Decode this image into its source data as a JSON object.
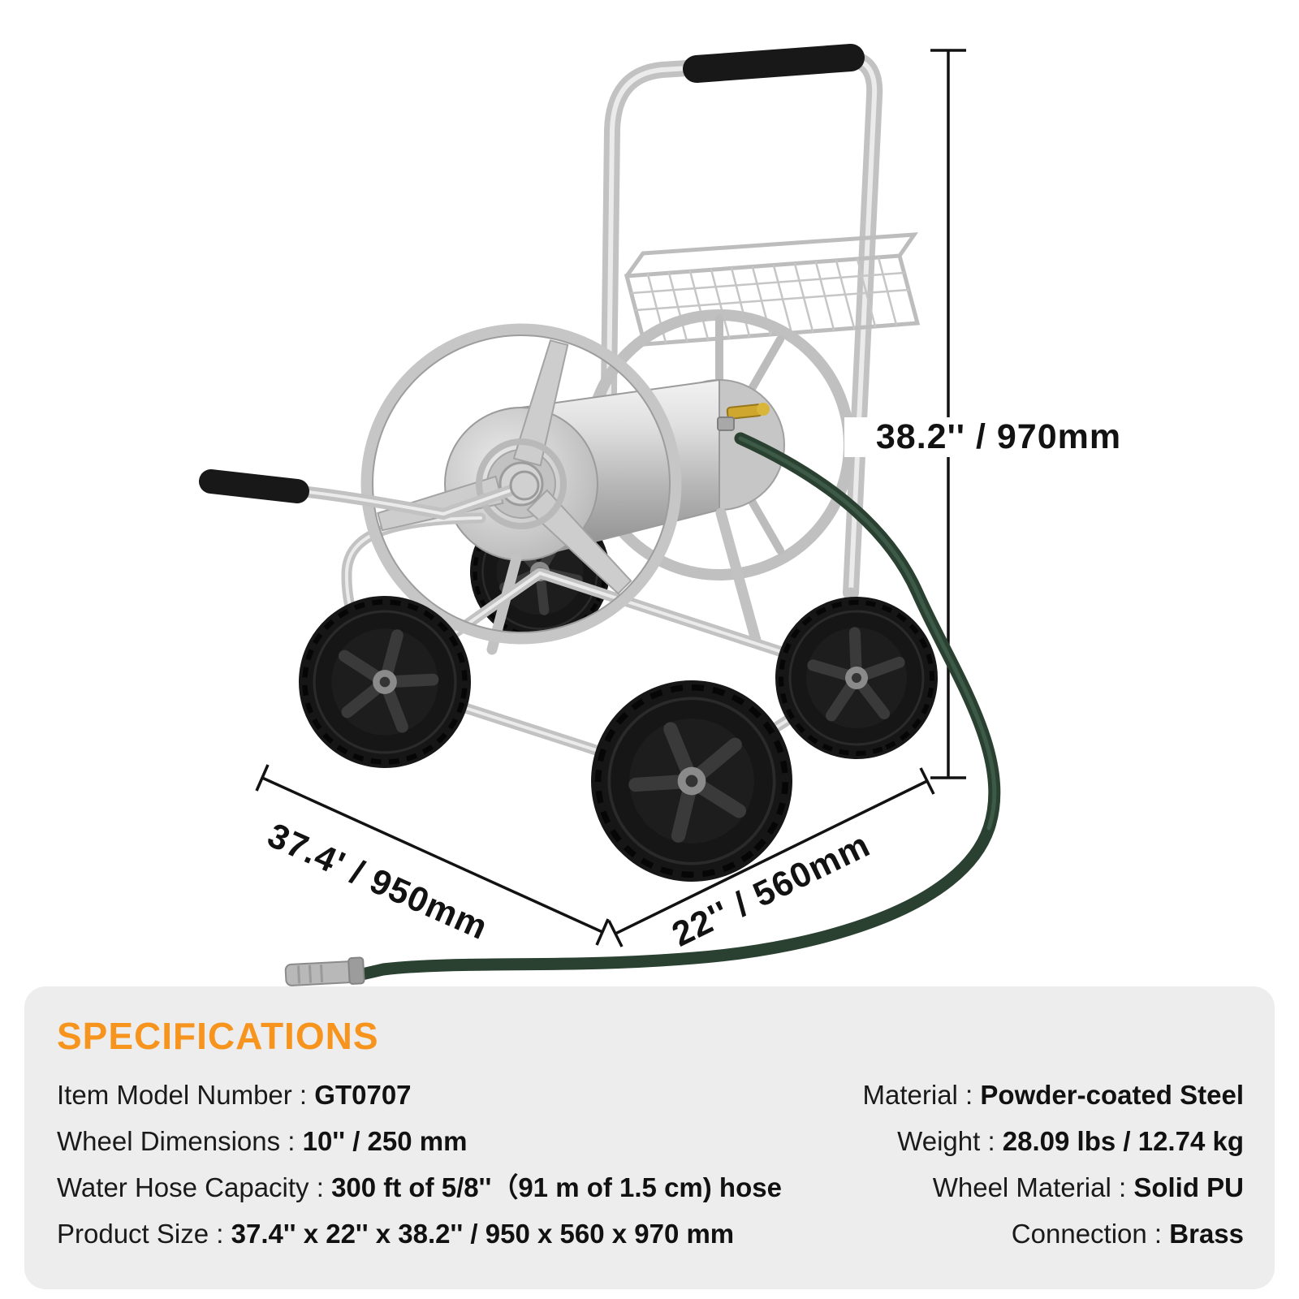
{
  "dimensions": {
    "height": "38.2'' / 970mm",
    "depth": "37.4' / 950mm",
    "width": "22'' / 560mm"
  },
  "specifications": {
    "title": "SPECIFICATIONS",
    "accent_color": "#f7941d",
    "left": [
      {
        "label": "Item Model Number :",
        "value": "GT0707"
      },
      {
        "label": "Wheel Dimensions :",
        "value": "10'' / 250 mm"
      },
      {
        "label": "Water Hose Capacity :",
        "value": "300 ft of 5/8''（91 m of 1.5 cm) hose"
      },
      {
        "label": "Product Size :",
        "value": "37.4'' x 22'' x 38.2'' / 950 x 560 x 970 mm"
      }
    ],
    "right": [
      {
        "label": "Material :",
        "value": "Powder-coated Steel"
      },
      {
        "label": "Weight :",
        "value": "28.09 lbs / 12.74 kg"
      },
      {
        "label": "Wheel Material :",
        "value": "Solid PU"
      },
      {
        "label": "Connection :",
        "value": "Brass"
      }
    ]
  },
  "illustration_colors": {
    "frame": "#c2c2c2",
    "tires": "#161616",
    "grips": "#181818",
    "hose": "#2a4132",
    "brass": "#cfa62e"
  }
}
